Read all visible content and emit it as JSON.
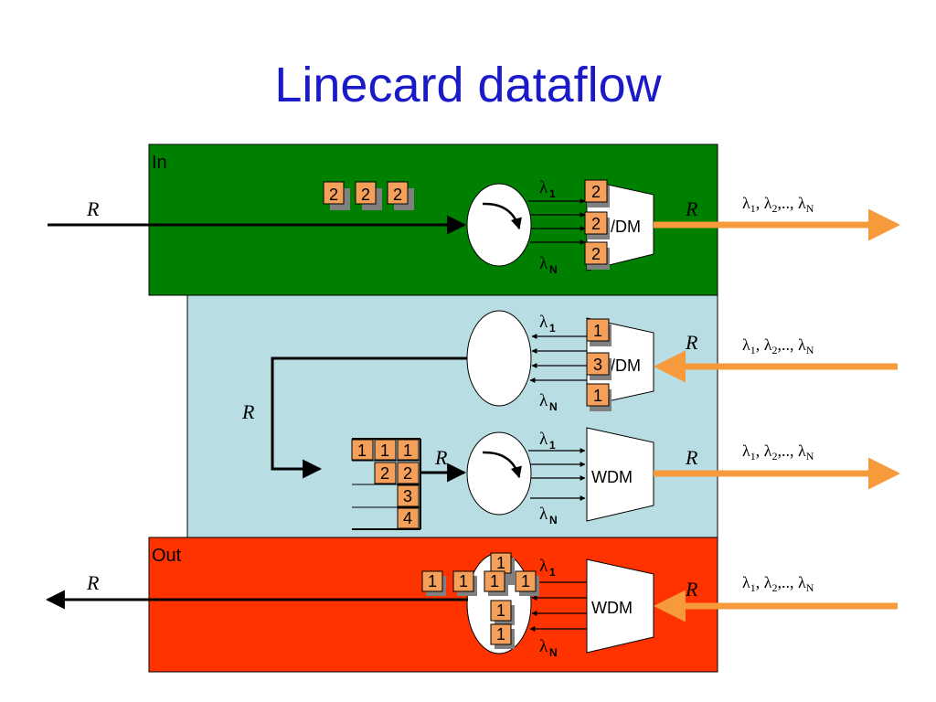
{
  "title": "Linecard dataflow",
  "sections": {
    "in": "In",
    "out": "Out"
  },
  "rate_symbol": "R",
  "lambda": "λ",
  "lambda_first_sub": "1",
  "lambda_last_sub": "N",
  "wavelength_sequence": "λ1, λ2,.., λN",
  "wdm_label": "WDM",
  "wdm_label_partial": "/DM",
  "cells": {
    "in_incoming": [
      "2",
      "2",
      "2"
    ],
    "in_channels": [
      "2",
      "2",
      "2"
    ],
    "mid_upper_channels": [
      "1",
      "3",
      "1"
    ],
    "buffer_rows": [
      [
        "1",
        "1",
        "1"
      ],
      [
        "",
        "2",
        "2"
      ],
      [
        "",
        "",
        "3"
      ],
      [
        "",
        "",
        "4"
      ]
    ],
    "out_horizontal": [
      "1",
      "1",
      "1",
      "1"
    ],
    "out_vertical": [
      "1",
      "1",
      "1",
      "1"
    ]
  },
  "colors": {
    "in_section": "#008000",
    "middle_section": "#b8dde2",
    "out_section": "#ff3300",
    "cell_fill": "#f5a05a",
    "arrow_orange": "#f79a3c",
    "title": "#1a1ac8"
  }
}
